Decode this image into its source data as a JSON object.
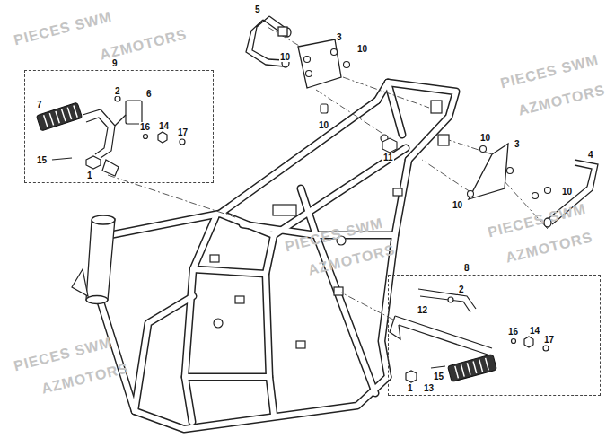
{
  "diagram": {
    "nodes": [
      {
        "text": [
          "9"
        ]
      },
      {
        "text": [
          "8"
        ]
      }
    ],
    "labels": [
      "5",
      "3",
      "10",
      "10",
      "10",
      "11",
      "10",
      "3",
      "4",
      "10",
      "10",
      "2",
      "6",
      "7",
      "16",
      "14",
      "17",
      "15",
      "1",
      "2",
      "12",
      "16",
      "14",
      "17",
      "15",
      "1",
      "13",
      "PIECES SWM",
      "AZMOTORS",
      "PIECES SWM",
      "AZMOTORS",
      "PIECES SWM",
      "AZMOTORS",
      "PIECES SWM",
      "AZMOTORS",
      "PIECES SWM",
      "AZMOTORS"
    ]
  }
}
